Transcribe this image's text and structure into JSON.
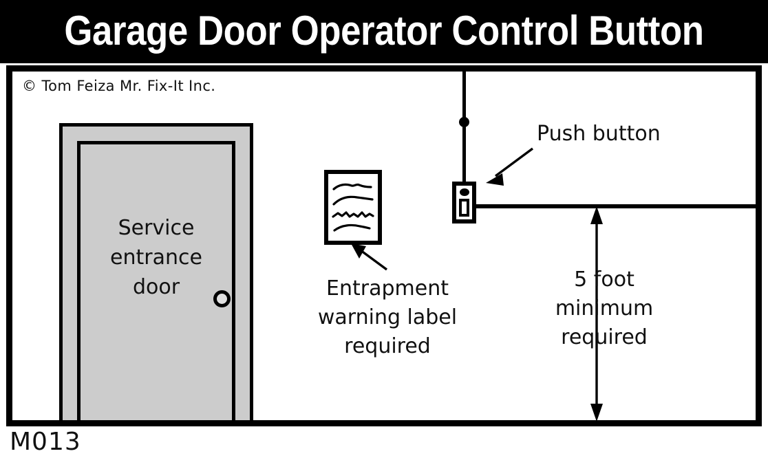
{
  "header": {
    "title": "Garage Door Operator Control Button",
    "background_color": "#000000",
    "text_color": "#ffffff"
  },
  "illustration": {
    "credit": "© Tom Feiza Mr. Fix-It Inc.",
    "frame_color": "#000000",
    "background_color": "#ffffff",
    "door": {
      "label_line1": "Service",
      "label_line2": "entrance",
      "label_line3": "door",
      "fill_color": "#cccccc",
      "knob_name": "doorknob"
    },
    "warning_label": {
      "caption_line1": "Entrapment",
      "caption_line2": "warning label",
      "caption_line3": "required",
      "fill_color": "#ffffff",
      "border_color": "#000000"
    },
    "push_button": {
      "caption": "Push button",
      "fill_color": "#ffffff",
      "border_color": "#000000"
    },
    "height_dimension": {
      "caption_line1": "5 foot",
      "caption_line2": "minimum",
      "caption_line3": "required"
    }
  },
  "footer": {
    "code": "M013"
  }
}
